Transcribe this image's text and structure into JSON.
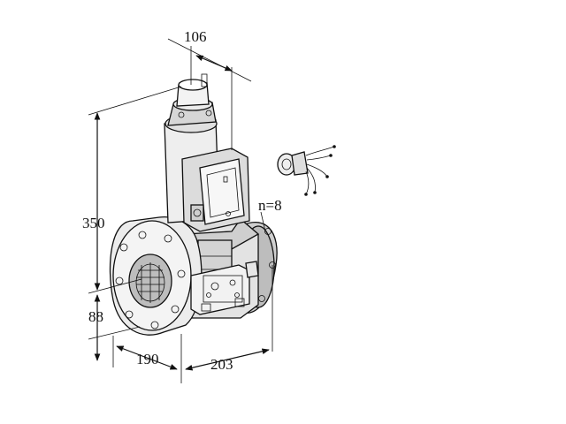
{
  "dimensions": {
    "top_width": "106",
    "height_total": "350",
    "height_axis": "88",
    "depth": "190",
    "length": "203",
    "bolt_count": "n=8"
  },
  "colors": {
    "line": "#111111",
    "fill_light": "#ffffff",
    "fill_gray": "#d9d9d9",
    "fill_mid": "#bdbdbd"
  }
}
